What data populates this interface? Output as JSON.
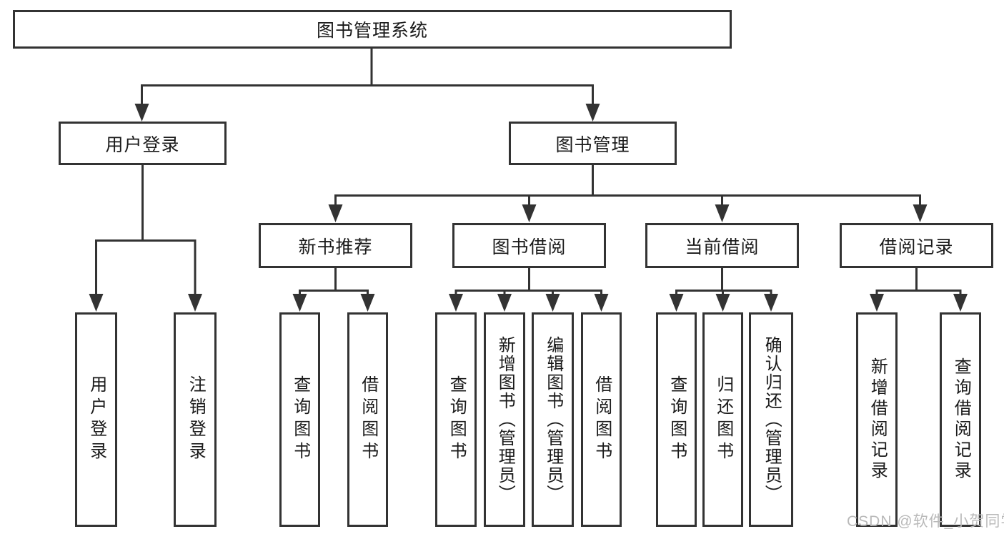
{
  "diagram": {
    "root": "图书管理系统",
    "branches": [
      {
        "label": "用户登录",
        "children": [
          {
            "label": "用户登录"
          },
          {
            "label": "注销登录"
          }
        ]
      },
      {
        "label": "图书管理",
        "children": [
          {
            "label": "新书推荐",
            "children": [
              {
                "label": "查询图书"
              },
              {
                "label": "借阅图书"
              }
            ]
          },
          {
            "label": "图书借阅",
            "children": [
              {
                "label": "查询图书"
              },
              {
                "label": "新增图书（管理员）"
              },
              {
                "label": "编辑图书（管理员）"
              },
              {
                "label": "借阅图书"
              }
            ]
          },
          {
            "label": "当前借阅",
            "children": [
              {
                "label": "查询图书"
              },
              {
                "label": "归还图书"
              },
              {
                "label": "确认归还（管理员）"
              }
            ]
          },
          {
            "label": "借阅记录",
            "children": [
              {
                "label": "新增借阅记录"
              },
              {
                "label": "查询借阅记录"
              }
            ]
          }
        ]
      }
    ]
  },
  "watermark": {
    "text": "CSDN @软件_小贺同学"
  },
  "colors": {
    "line": "#333333",
    "text": "#1a1a1a",
    "box_background": "#ffffff",
    "watermark": "#b9b9b9",
    "background": "#ffffff"
  }
}
